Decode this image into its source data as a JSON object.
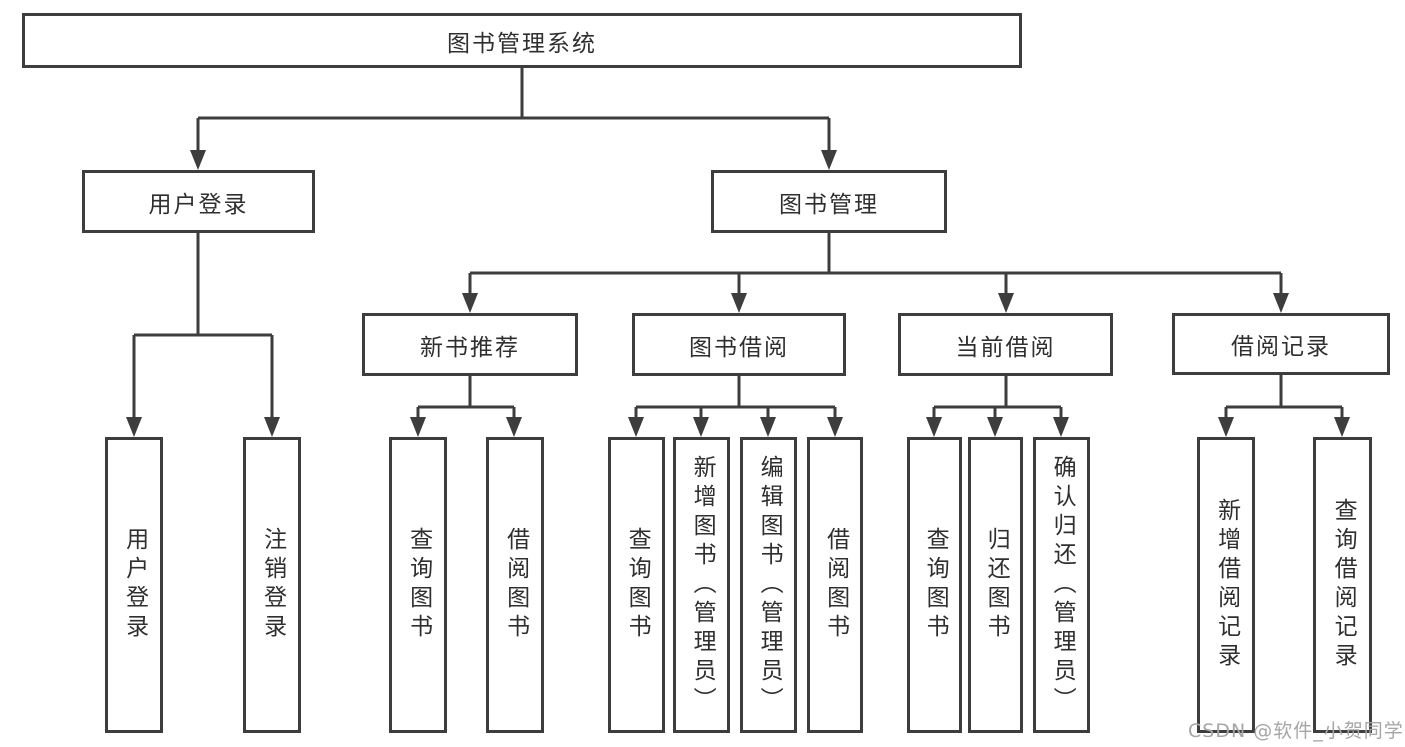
{
  "colors": {
    "line": "#3d3d3d",
    "box_border": "#3d3d3d",
    "box_fill": "#ffffff",
    "text": "#2f2f2f",
    "watermark_text_color": "#a6a6a6",
    "background": "#ffffff"
  },
  "watermark": {
    "text": "CSDN @软件_小贺同学"
  },
  "diagram": {
    "root": {
      "label": "图书管理系统"
    },
    "level2": [
      {
        "label": "用户登录"
      },
      {
        "label": "图书管理"
      }
    ],
    "level3": [
      {
        "label": "新书推荐",
        "parent": "图书管理"
      },
      {
        "label": "图书借阅",
        "parent": "图书管理"
      },
      {
        "label": "当前借阅",
        "parent": "图书管理"
      },
      {
        "label": "借阅记录",
        "parent": "图书管理"
      }
    ],
    "leaves": [
      {
        "label": "用户登录",
        "parent": "用户登录"
      },
      {
        "label": "注销登录",
        "parent": "用户登录"
      },
      {
        "label": "查询图书",
        "parent": "新书推荐"
      },
      {
        "label": "借阅图书",
        "parent": "新书推荐"
      },
      {
        "label": "查询图书",
        "parent": "图书借阅"
      },
      {
        "label": "新增图书（管理员）",
        "parent": "图书借阅"
      },
      {
        "label": "编辑图书（管理员）",
        "parent": "图书借阅"
      },
      {
        "label": "借阅图书",
        "parent": "图书借阅"
      },
      {
        "label": "查询图书",
        "parent": "当前借阅"
      },
      {
        "label": "归还图书",
        "parent": "当前借阅"
      },
      {
        "label": "确认归还（管理员）",
        "parent": "当前借阅"
      },
      {
        "label": "新增借阅记录",
        "parent": "借阅记录"
      },
      {
        "label": "查询借阅记录",
        "parent": "借阅记录"
      }
    ]
  }
}
